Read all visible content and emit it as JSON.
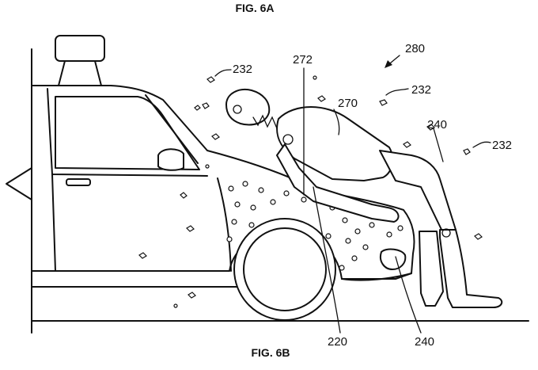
{
  "figure": {
    "title_top": "FIG. 6A",
    "title_bottom": "FIG. 6B"
  },
  "labels": {
    "adhesive_fragment_a": "232",
    "adhesive_fragment_b": "232",
    "adhesive_fragment_c": "232",
    "pedestrian_head_ref": "272",
    "pedestrian_ref": "270",
    "system_ref": "280",
    "leg_ref": "240",
    "hood_ref": "220",
    "bumper_ref": "240"
  },
  "icons": {
    "arrow": "arrow-icon"
  }
}
